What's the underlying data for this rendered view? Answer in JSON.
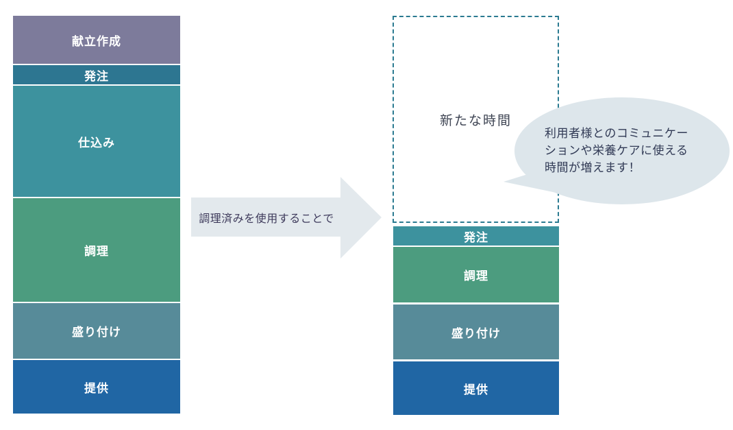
{
  "diagram": {
    "left_column": {
      "blocks": [
        {
          "label": "献立作成",
          "color": "#7D7B9B"
        },
        {
          "label": "発注",
          "color": "#2D7691"
        },
        {
          "label": "仕込み",
          "color": "#3D929E"
        },
        {
          "label": "調理",
          "color": "#4C9C7F"
        },
        {
          "label": "盛り付け",
          "color": "#578B99"
        },
        {
          "label": "提供",
          "color": "#2066A4"
        }
      ]
    },
    "arrow": {
      "label": "調理済みを使用することで",
      "fill": "#E3E9ED",
      "text_color": "#3E3A5B"
    },
    "right_column": {
      "new_time": {
        "label": "新たな時間",
        "border_color": "#2A7A90"
      },
      "blocks": [
        {
          "label": "発注",
          "color": "#3D929E"
        },
        {
          "label": "調理",
          "color": "#4C9C7F"
        },
        {
          "label": "盛り付け",
          "color": "#578B99"
        },
        {
          "label": "提供",
          "color": "#2066A4"
        }
      ]
    },
    "speech_bubble": {
      "fill": "#DDE6EB",
      "text_color": "#313A55",
      "lines": [
        "利用者様とのコミュニケー",
        "ションや栄養ケアに使える",
        "時間が増えます！"
      ]
    }
  }
}
